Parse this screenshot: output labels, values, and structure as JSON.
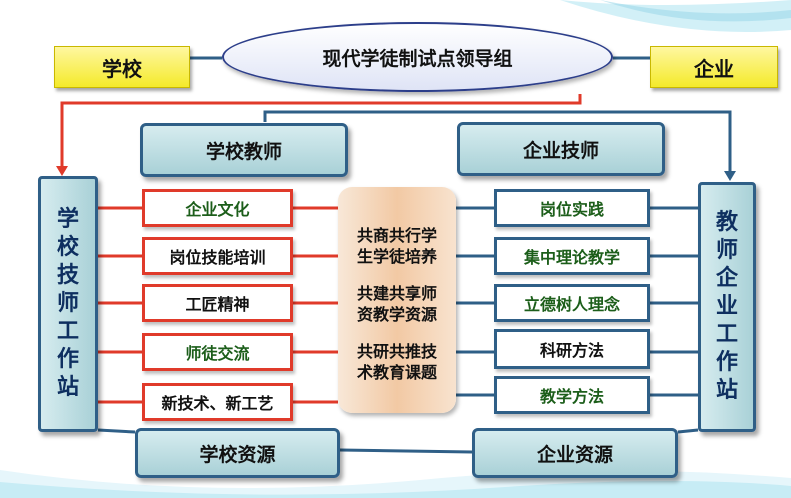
{
  "top": {
    "title": "现代学徒制试点领导组",
    "left": "学校",
    "right": "企业"
  },
  "middle": {
    "school_teacher": "学校教师",
    "enterprise_technician": "企业技师"
  },
  "left_station": [
    "学",
    "校",
    "技",
    "师",
    "工",
    "作",
    "站"
  ],
  "right_station": [
    "教",
    "师",
    "企",
    "业",
    "工",
    "作",
    "站"
  ],
  "left_items": [
    "企业文化",
    "岗位技能培训",
    "工匠精神",
    "师徒交流",
    "新技术、新工艺"
  ],
  "right_items": [
    "岗位实践",
    "集中理论教学",
    "立德树人理念",
    "科研方法",
    "教学方法"
  ],
  "center_lines": [
    "共商共行学",
    "生学徒培养",
    "共建共享师",
    "资教学资源",
    "共研共推技",
    "术教育课题"
  ],
  "bottom": {
    "school_resources": "学校资源",
    "enterprise_resources": "企业资源"
  },
  "colors": {
    "red": "#e03a2a",
    "navy": "#2f5f87",
    "yellow": "#f4ea2a",
    "teal": "#a9d1d7"
  }
}
